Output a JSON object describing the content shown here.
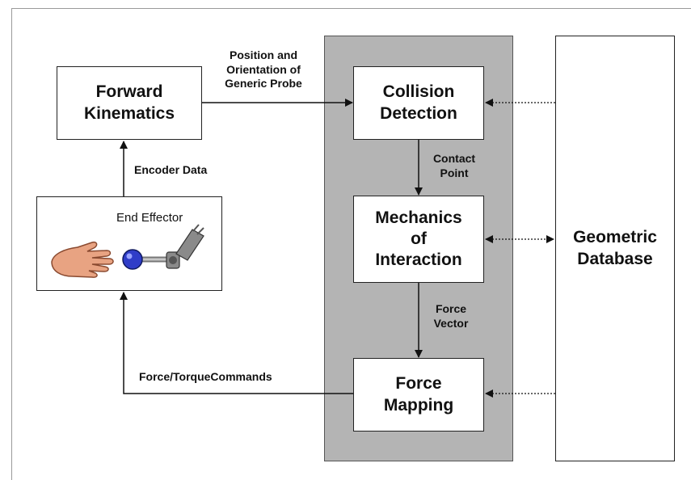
{
  "boxes": {
    "forward_kinematics": "Forward\nKinematics",
    "collision_detection": "Collision\nDetection",
    "mechanics_of_interaction": "Mechanics\nof\nInteraction",
    "force_mapping": "Force\nMapping",
    "geometric_database": "Geometric\nDatabase",
    "end_effector": "End Effector"
  },
  "edge_labels": {
    "position_orientation": "Position and\nOrientation of\nGeneric Probe",
    "encoder_data": "Encoder Data",
    "contact_point": "Contact\nPoint",
    "force_vector": "Force\nVector",
    "force_torque_commands": "Force/TorqueCommands"
  },
  "colors": {
    "panel": "#b4b4b4",
    "hand": "#e8a382",
    "ball": "#2f3dc8",
    "robot": "#8a8a8a"
  },
  "icons": [
    "hand-icon",
    "ball-joint-icon",
    "robot-arm-icon"
  ]
}
